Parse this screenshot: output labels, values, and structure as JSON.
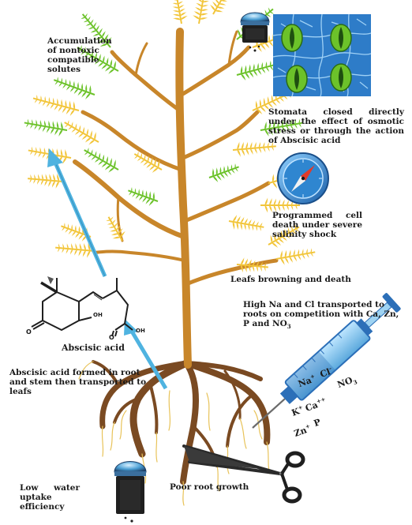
{
  "labels": {
    "accumulation": "Accumulation\nof nontoxic\ncompatible\nsolutes",
    "stomata": "Stomata closed directly under the effect of osmotic stress or through the action of Abscisic acid",
    "pcd": "Programmed cell death under severe salinity shock",
    "browning": "Leafs browning and death",
    "transport": "High Na and Cl transported to roots on competition with Ca, Zn, P and NO",
    "transport_sub": "3",
    "aba": "Abscisic acid",
    "aba_formed": "Abscisic acid formed in root and stem then transported to leafs",
    "low_water": "Low water uptake efficiency",
    "poor_root": "Poor root growth"
  },
  "molecule": {
    "oh1": "OH",
    "oh2": "OH",
    "o1": "O",
    "o2": "O"
  },
  "ions": {
    "na": "Na",
    "na_sup": "+",
    "cl": "Cl",
    "cl_sup": "-",
    "no": "NO",
    "no_sub": "3",
    "k": "K",
    "k_sup": "+",
    "ca": "Ca",
    "ca_sup": "++",
    "zn": "Zn",
    "zn_sup": "+",
    "p": "P"
  },
  "colors": {
    "stem": "#C8862A",
    "leaf_yellow": "#F2C53A",
    "leaf_green": "#6CC22A",
    "cell_blue": "#2E7CC8",
    "arrow_blue": "#4FB3E0",
    "compass_blue": "#2F86D0",
    "syringe_blue": "#2C6FB8",
    "root_brown": "#7A4A22",
    "dark": "#1F1F1F"
  },
  "icons": [
    "salt-shaker-icon",
    "compass-icon",
    "syringe-icon",
    "scissors-icon",
    "stomata-cells-icon"
  ]
}
